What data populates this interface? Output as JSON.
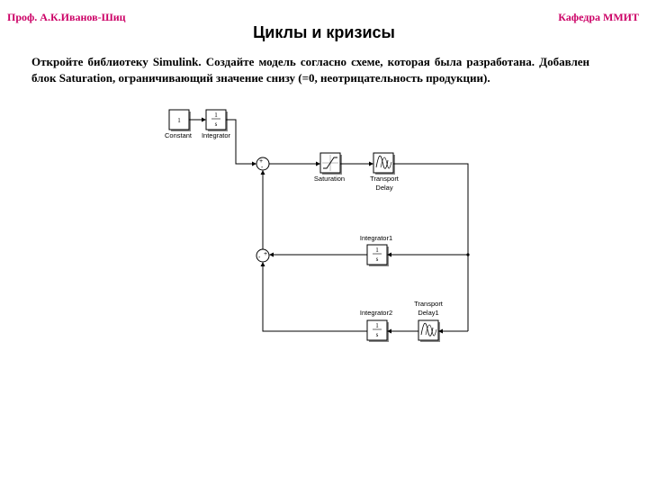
{
  "header": {
    "author": "Проф. А.К.Иванов-Шиц",
    "department": "Кафедра  ММИТ"
  },
  "title": "Циклы и кризисы",
  "description": "Откройте библиотеку Simulink. Создайте модель согласно схеме, которая была разработана. Добавлен блок Saturation, ограничивающий значение снизу (=0, неотрицательность продукции).",
  "colors": {
    "header_text": "#cc0066",
    "block_shadow": "#8a8a8a"
  },
  "diagram": {
    "blocks": {
      "constant": {
        "value": "1",
        "label": "Constant"
      },
      "integrator": {
        "num": "1",
        "den": "s",
        "label": "Integrator"
      },
      "saturation": {
        "label": "Saturation",
        "icon": "saturation-curve-icon"
      },
      "transport_delay": {
        "label1": "Transport",
        "label2": "Delay",
        "icon": "delay-wave-icon"
      },
      "integrator1": {
        "num": "1",
        "den": "s",
        "label": "Integrator1"
      },
      "integrator2": {
        "num": "1",
        "den": "s",
        "label": "Integrator2"
      },
      "transport_delay1": {
        "label1": "Transport",
        "label2": "Delay1",
        "icon": "delay-wave-icon"
      }
    },
    "sum1": {
      "sign_top": "+",
      "sign_bottom": "-"
    },
    "sum2": {
      "sign_left": "-",
      "sign_right": "+"
    }
  }
}
